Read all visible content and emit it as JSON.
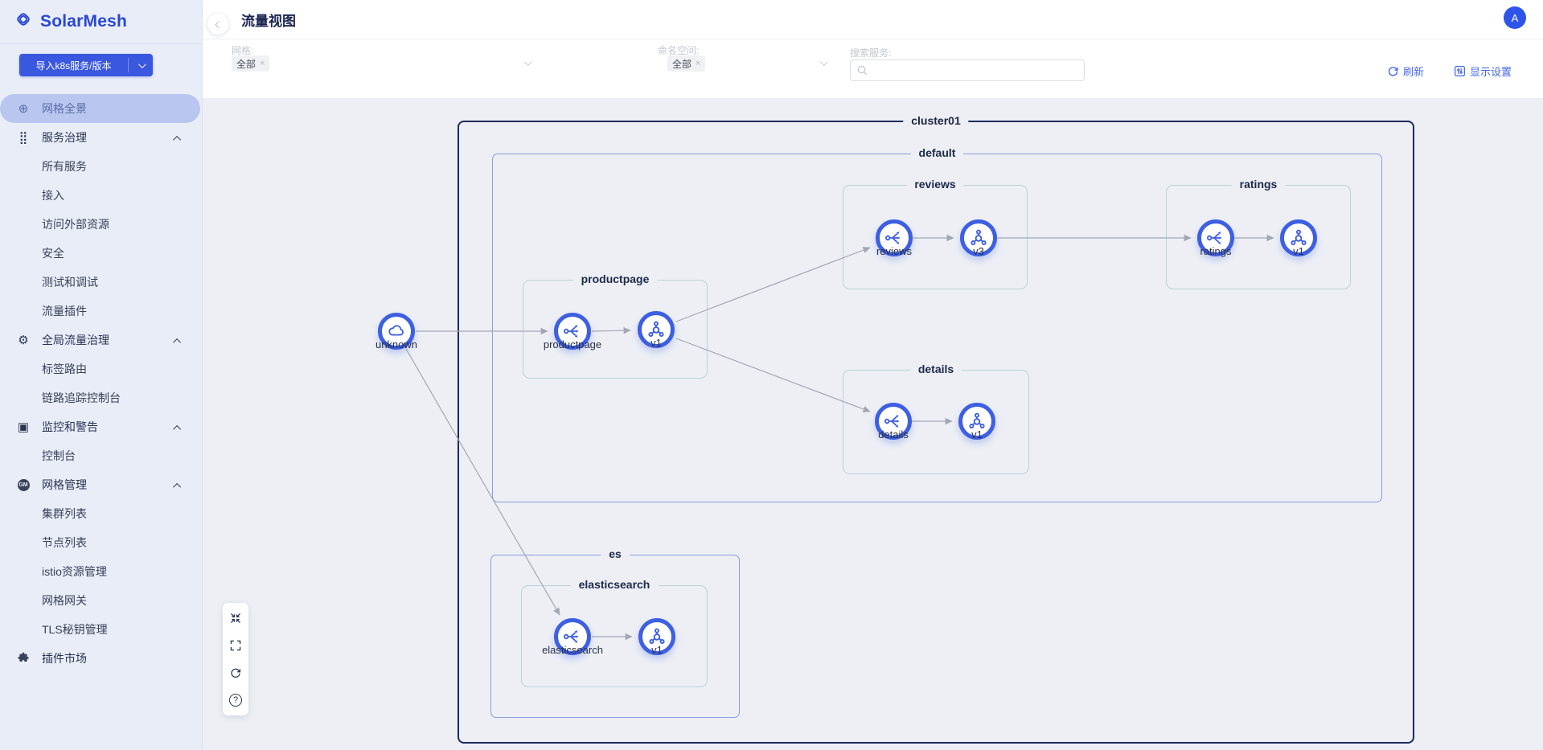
{
  "app": {
    "name": "SolarMesh",
    "avatar_initial": "A"
  },
  "sidebar": {
    "import_button": {
      "label": "导入k8s服务/版本"
    },
    "items": [
      {
        "label": "网格全景",
        "type": "item",
        "icon": "globe",
        "selected": true
      },
      {
        "label": "服务治理",
        "type": "group",
        "icon": "service-governance"
      },
      {
        "label": "所有服务",
        "type": "sub"
      },
      {
        "label": "接入",
        "type": "sub"
      },
      {
        "label": "访问外部资源",
        "type": "sub"
      },
      {
        "label": "安全",
        "type": "sub"
      },
      {
        "label": "测试和调试",
        "type": "sub"
      },
      {
        "label": "流量插件",
        "type": "sub"
      },
      {
        "label": "全局流量治理",
        "type": "group",
        "icon": "global-traffic"
      },
      {
        "label": "标签路由",
        "type": "sub"
      },
      {
        "label": "链路追踪控制台",
        "type": "sub"
      },
      {
        "label": "监控和警告",
        "type": "group",
        "icon": "monitor-alert"
      },
      {
        "label": "控制台",
        "type": "sub"
      },
      {
        "label": "网格管理",
        "type": "group",
        "icon": "gm-circle"
      },
      {
        "label": "集群列表",
        "type": "sub"
      },
      {
        "label": "节点列表",
        "type": "sub"
      },
      {
        "label": "istio资源管理",
        "type": "sub"
      },
      {
        "label": "网格网关",
        "type": "sub"
      },
      {
        "label": "TLS秘钥管理",
        "type": "sub"
      },
      {
        "label": "插件市场",
        "type": "item",
        "icon": "puzzle"
      }
    ],
    "icons": {
      "globe_glyph": "⊕",
      "service_glyph": "⣿",
      "global_glyph": "⚙",
      "monitor_glyph": "▣",
      "gm_text": "GM"
    }
  },
  "header": {
    "title": "流量视图"
  },
  "filters": {
    "mesh": {
      "label": "网格:",
      "selected_tag": "全部",
      "remove_glyph": "×"
    },
    "namespace": {
      "label": "命名空间:",
      "selected_tag": "全部",
      "remove_glyph": "×"
    },
    "search": {
      "label": "搜索服务:",
      "value": "",
      "placeholder": ""
    },
    "refresh_label": "刷新",
    "display_settings_label": "显示设置"
  },
  "graph": {
    "cluster": "cluster01",
    "namespaces": [
      {
        "name": "default"
      },
      {
        "name": "es"
      }
    ],
    "groups": [
      {
        "name": "productpage"
      },
      {
        "name": "reviews"
      },
      {
        "name": "ratings"
      },
      {
        "name": "details"
      },
      {
        "name": "elasticsearch"
      }
    ],
    "nodes": [
      {
        "label": "unknown",
        "type": "external"
      },
      {
        "label": "productpage",
        "type": "service"
      },
      {
        "label": "v1",
        "type": "workload"
      },
      {
        "label": "reviews",
        "type": "service"
      },
      {
        "label": "v3",
        "type": "workload"
      },
      {
        "label": "ratings",
        "type": "service"
      },
      {
        "label": "v1",
        "type": "workload"
      },
      {
        "label": "details",
        "type": "service"
      },
      {
        "label": "v1",
        "type": "workload"
      },
      {
        "label": "elasticsearch",
        "type": "service"
      },
      {
        "label": "v1",
        "type": "workload"
      }
    ],
    "edges": [
      "unknown→productpage",
      "productpage→v1",
      "productpage/v1→reviews",
      "productpage/v1→details",
      "reviews→v3",
      "reviews/v3→ratings",
      "ratings→v1",
      "details→v1",
      "unknown→elasticsearch",
      "elasticsearch→v1"
    ]
  },
  "canvas_toolbar": {
    "help_glyph": "?"
  },
  "colors": {
    "primary_blue": "#2f54eb",
    "node_ring": "#3d5fe2",
    "cluster_border": "#1b2a5e",
    "namespace_border": "#8f9ad9",
    "group_border": "#bdd2d6",
    "edge": "#a2a7b3",
    "sidebar_bg": "#e9edf8",
    "selected_pill": "#b9c6f0",
    "canvas_bg": "#edeff5"
  }
}
